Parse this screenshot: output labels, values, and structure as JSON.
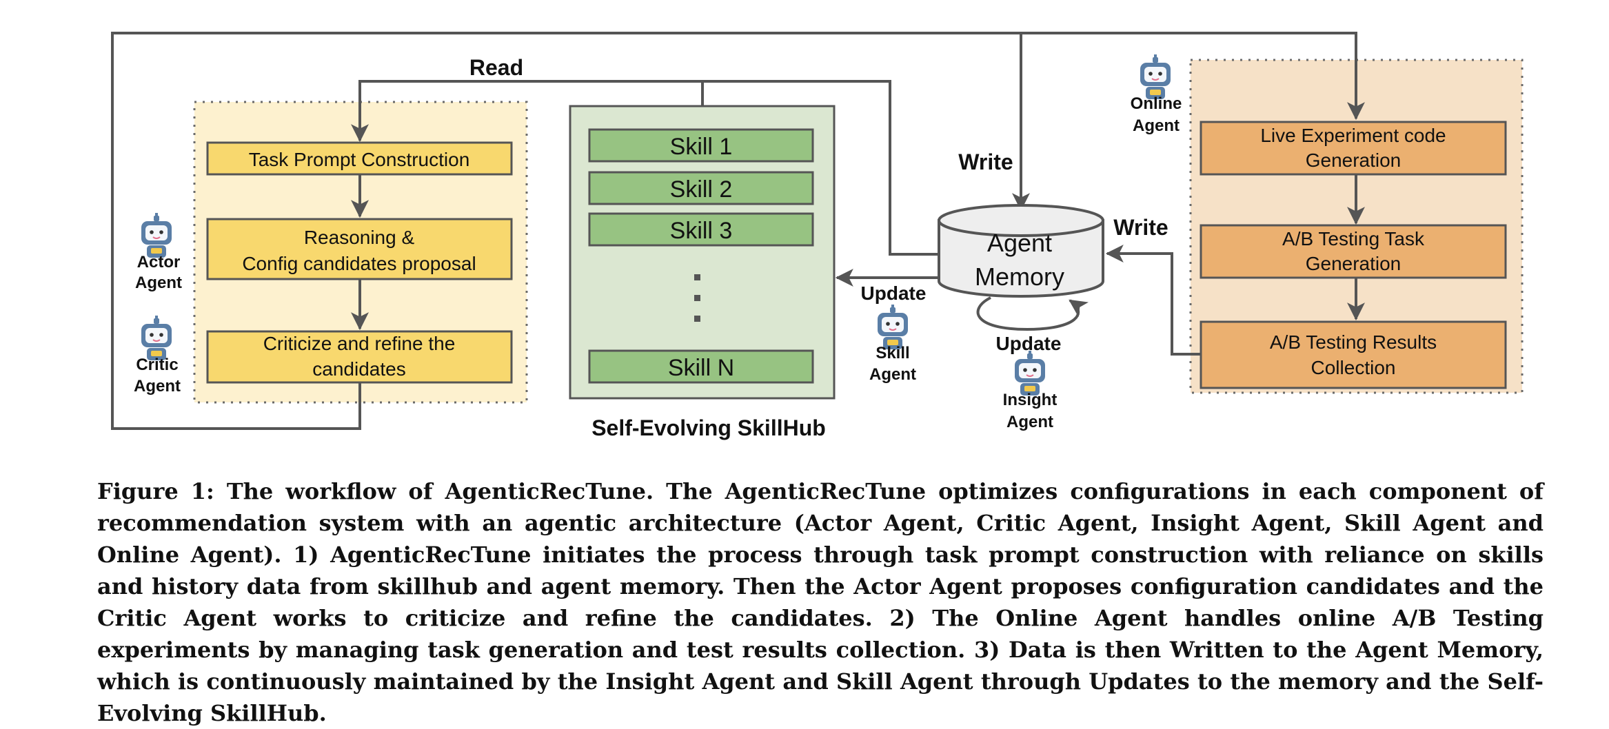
{
  "diagram": {
    "flow_labels": {
      "read": "Read",
      "write_top": "Write",
      "write_right": "Write",
      "update_skillhub": "Update",
      "update_memory": "Update"
    },
    "left_panel": {
      "task_prompt": "Task Prompt Construction",
      "reasoning_line1": "Reasoning &",
      "reasoning_line2": "Config candidates proposal",
      "criticize_line1": "Criticize and refine the",
      "criticize_line2": "candidates"
    },
    "skillhub": {
      "title": "Self-Evolving SkillHub",
      "skills": [
        "Skill 1",
        "Skill 2",
        "Skill 3",
        "Skill N"
      ]
    },
    "memory": {
      "line1": "Agent",
      "line2": "Memory"
    },
    "right_panel": {
      "live_line1": "Live Experiment code",
      "live_line2": "Generation",
      "ab_task_line1": "A/B Testing Task",
      "ab_task_line2": "Generation",
      "ab_results_line1": "A/B Testing Results",
      "ab_results_line2": "Collection"
    },
    "agents": {
      "actor_line1": "Actor",
      "actor_line2": "Agent",
      "critic_line1": "Critic",
      "critic_line2": "Agent",
      "online_line1": "Online",
      "online_line2": "Agent",
      "skill_line1": "Skill",
      "skill_line2": "Agent",
      "insight_line1": "Insight",
      "insight_line2": "Agent"
    },
    "colors": {
      "left_panel_bg": "#fdf1cf",
      "yellow_box": "#f8d86e",
      "skillhub_bg": "#dbe7d1",
      "skill_box": "#97c382",
      "memory_fill": "#eeeeee",
      "right_panel_bg": "#f6e1c7",
      "orange_box": "#ebb070",
      "line": "#555555"
    }
  },
  "caption": "Figure 1: The workflow of AgenticRecTune. The AgenticRecTune optimizes configurations in each component of recommendation system with an agentic architecture (Actor Agent, Critic Agent, Insight Agent, Skill Agent and Online Agent). 1) AgenticRecTune initiates the process through task prompt construction with reliance on skills and history data from skillhub and agent memory. Then the Actor Agent proposes configuration candidates and the Critic Agent works to criticize and refine the candidates. 2) The Online Agent handles online A/B Testing experiments by managing task generation and test results collection. 3) Data is then Written to the Agent Memory, which is continuously maintained by the Insight Agent and Skill Agent through Updates to the memory and the Self-Evolving SkillHub."
}
